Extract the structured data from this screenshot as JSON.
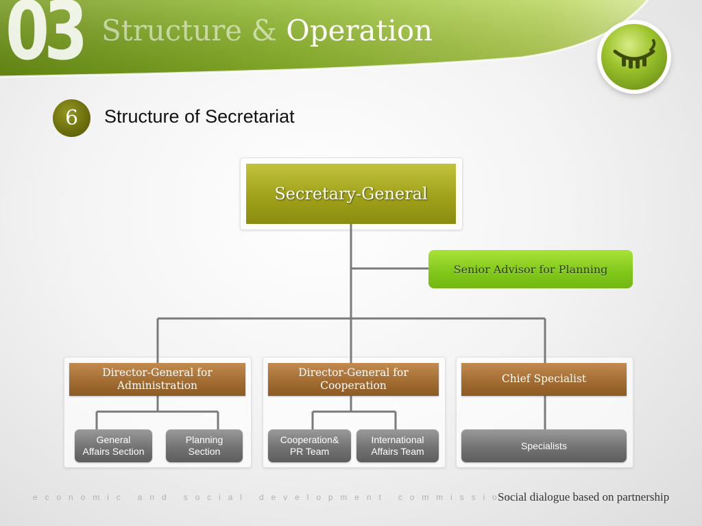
{
  "header": {
    "section_number": "03",
    "title_part1": "Structure &",
    "title_part2": "Operation",
    "logo_icon": "eye-logo-icon"
  },
  "subheading": {
    "badge_number": "6",
    "title": "Structure of Secretariat"
  },
  "org_chart": {
    "top": "Secretary-General",
    "advisor": "Senior Advisor for Planning",
    "divisions": [
      {
        "head": "Director-General for\nAdministration",
        "units": [
          "General\nAffairs Section",
          "Planning\nSection"
        ]
      },
      {
        "head": "Director-General for\nCooperation",
        "units": [
          "Cooperation&\nPR Team",
          "International\nAffairs Team"
        ]
      },
      {
        "head": "Chief Specialist",
        "units": [
          "Specialists"
        ]
      }
    ]
  },
  "footer": {
    "tagline_left": "economic and social development commission",
    "tagline_right": "Social dialogue based on partnership"
  },
  "colors": {
    "header_green": "#8fb82a",
    "top_box": "#9fa119",
    "advisor_box": "#7fc61a",
    "director_box": "#a06a30",
    "unit_box": "#737373",
    "connector": "#7a7a7a"
  }
}
